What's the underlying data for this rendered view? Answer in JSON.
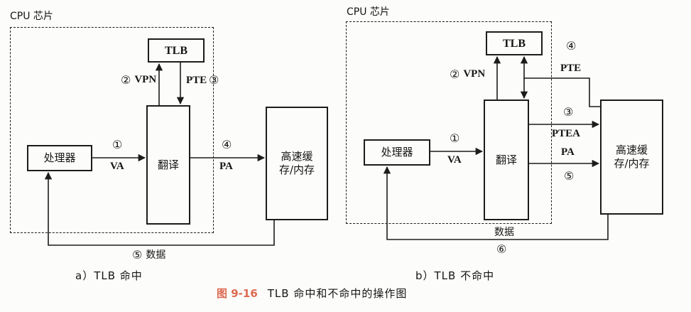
{
  "colors": {
    "line": "#1c1c1c",
    "figure_number": "#dd6a52",
    "background": "#fcfcfa"
  },
  "figure": {
    "number": "图 9-16",
    "title": "TLB 命中和不命中的操作图"
  },
  "a": {
    "chip": "CPU 芯片",
    "caption": "a）TLB 命中",
    "tlb": "TLB",
    "translate": "翻译",
    "processor": "处理器",
    "cache1": "高速缓",
    "cache2": "存/内存",
    "s1": "①",
    "va": "VA",
    "s2": "②",
    "vpn": "VPN",
    "pte": "PTE",
    "s3": "③",
    "s4": "④",
    "pa": "PA",
    "s5": "⑤",
    "data": "数据"
  },
  "b": {
    "chip": "CPU 芯片",
    "caption": "b）TLB 不命中",
    "tlb": "TLB",
    "translate": "翻译",
    "processor": "处理器",
    "cache1": "高速缓",
    "cache2": "存/内存",
    "s1": "①",
    "va": "VA",
    "s2": "②",
    "vpn": "VPN",
    "s3": "③",
    "ptea": "PTEA",
    "s4": "④",
    "pte": "PTE",
    "pa": "PA",
    "s5": "⑤",
    "s6": "⑥",
    "data": "数据"
  }
}
